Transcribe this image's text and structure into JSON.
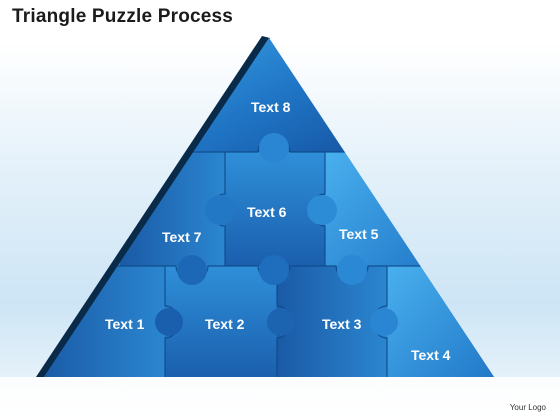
{
  "slide": {
    "title": "Triangle Puzzle Process",
    "logo_text": "Your Logo"
  },
  "pieces": [
    {
      "id": "8",
      "label": "Text 8"
    },
    {
      "id": "7",
      "label": "Text 7"
    },
    {
      "id": "6",
      "label": "Text 6"
    },
    {
      "id": "5",
      "label": "Text 5"
    },
    {
      "id": "1",
      "label": "Text 1"
    },
    {
      "id": "2",
      "label": "Text 2"
    },
    {
      "id": "3",
      "label": "Text 3"
    },
    {
      "id": "4",
      "label": "Text 4"
    }
  ],
  "colors": {
    "piece_dark": "#1552a0",
    "piece_mid": "#1f74c4",
    "piece_light": "#3aa2e6",
    "edge_shadow": "#0a2a4a",
    "seam": "#0e4a8a"
  }
}
